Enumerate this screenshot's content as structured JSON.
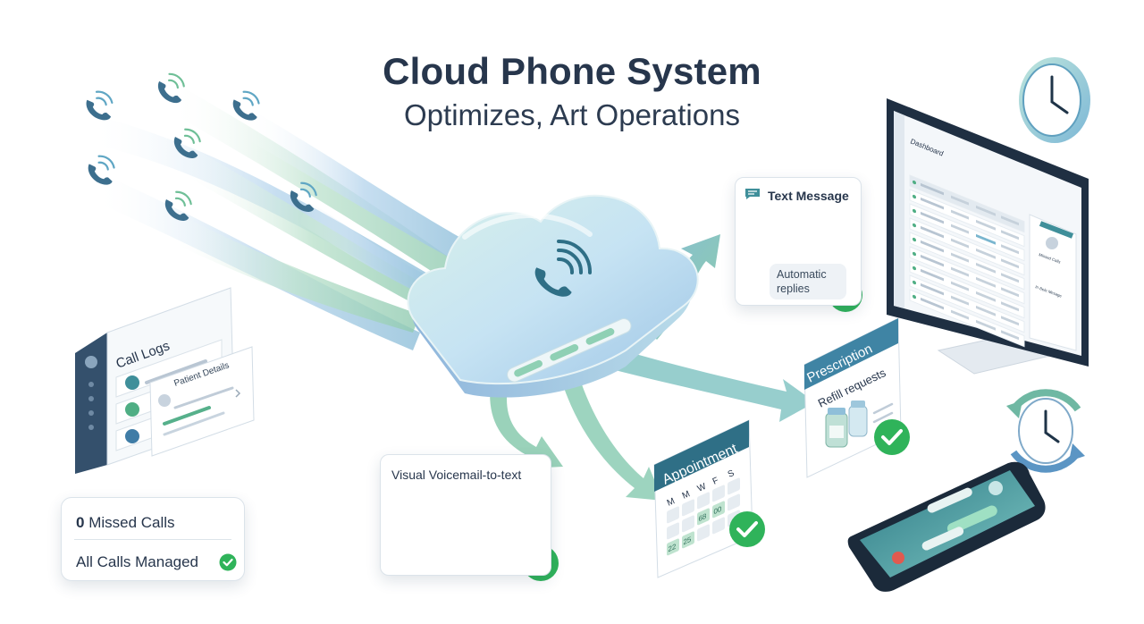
{
  "title": "Cloud Phone System",
  "subtitle": "Optimizes, Art Operations",
  "text_message": {
    "title": "Text Message",
    "reply_line1": "Automatic",
    "reply_line2": "replies"
  },
  "voicemail": {
    "title": "Visual Voicemail-to-text"
  },
  "call_logs": {
    "title": "Call Logs",
    "patient_details": "Patient Details"
  },
  "appointment": {
    "title": "Appointment",
    "days": [
      "M",
      "M",
      "W",
      "F",
      "S"
    ],
    "cells": [
      "68",
      "00",
      "22",
      "25"
    ]
  },
  "prescription": {
    "title": "Prescription",
    "subtitle": "Refill requests"
  },
  "dashboard": {
    "title": "Dashboard",
    "side_label_1": "Missed Calls",
    "side_label_2": "In Bele Mesage"
  },
  "summary": {
    "missed_count": "0",
    "missed_label": "Missed Calls",
    "managed_label": "All Calls Managed"
  },
  "colors": {
    "navy": "#27364c",
    "teal": "#3f8f9a",
    "green": "#2fb35a",
    "mint": "#9ed9b6",
    "sky": "#a9cbe8"
  }
}
